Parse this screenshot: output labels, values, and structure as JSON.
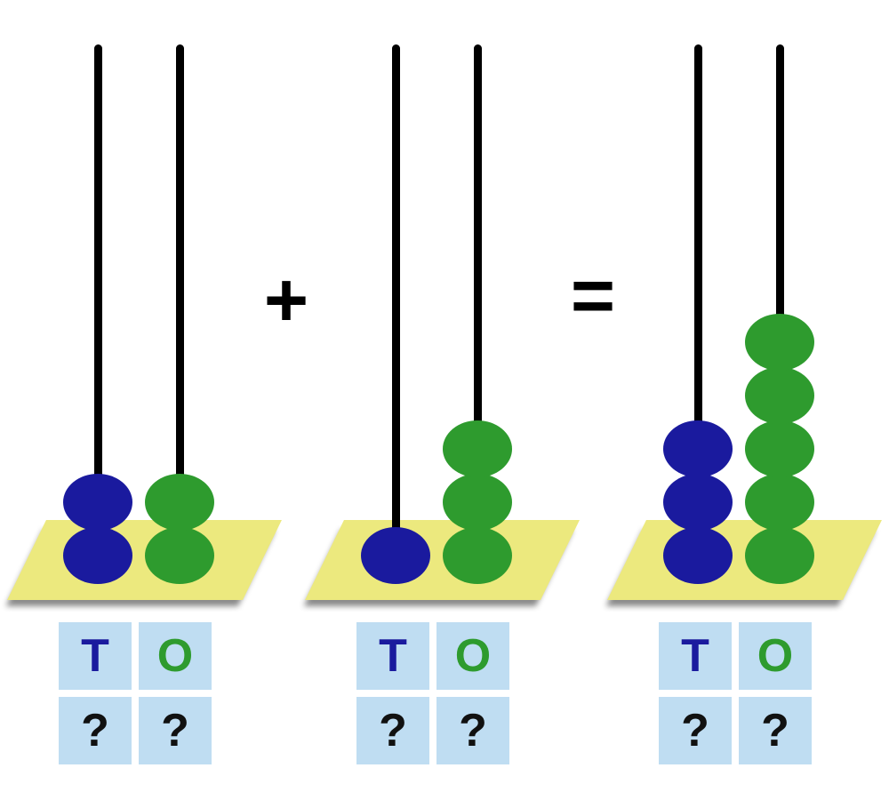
{
  "operators": {
    "plus": "+",
    "equals": "="
  },
  "labels": {
    "tens": "T",
    "ones": "O",
    "unknown": "?"
  },
  "colors": {
    "tens_bead": "#1a1a9e",
    "ones_bead": "#2e9b2e",
    "rod": "#000000",
    "base": "#ece97e",
    "base_shadow": "#8a8a8a",
    "label_box": "#bfddf2",
    "question_text": "#111111",
    "operator_text": "#000000",
    "background": "#ffffff"
  },
  "abacuses": [
    {
      "role": "addend-1",
      "tens": 2,
      "ones": 2
    },
    {
      "role": "addend-2",
      "tens": 1,
      "ones": 3
    },
    {
      "role": "sum",
      "tens": 3,
      "ones": 5
    }
  ]
}
